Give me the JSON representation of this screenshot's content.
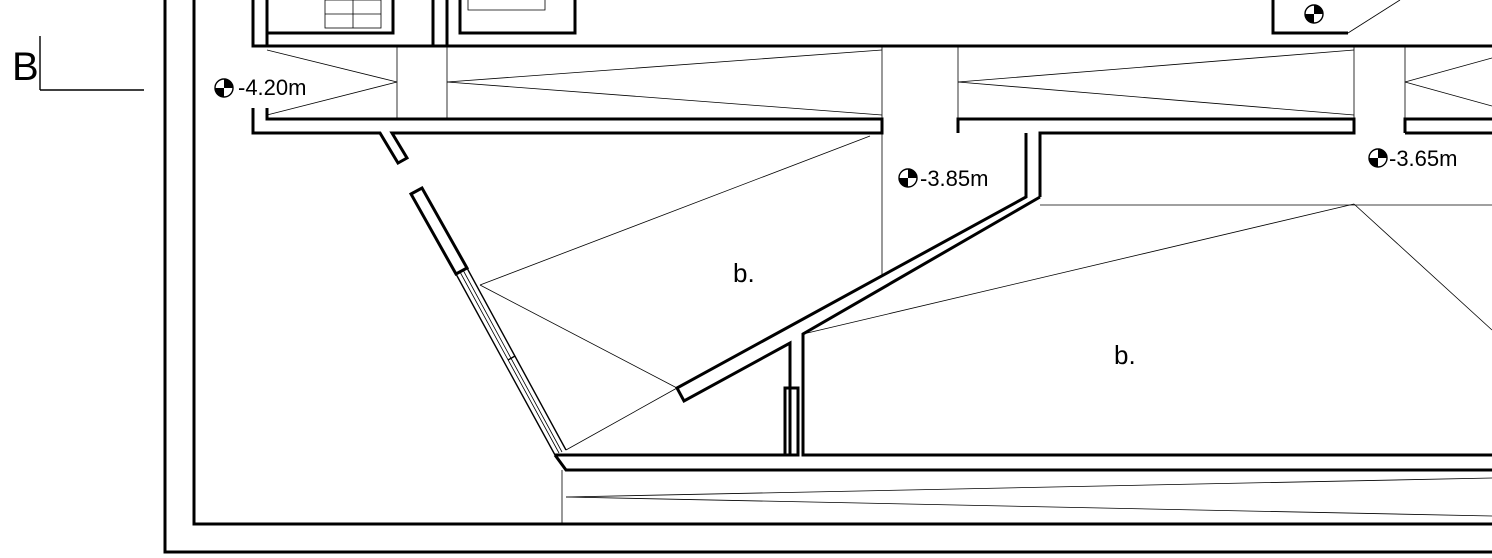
{
  "section_marker": "B",
  "levels": [
    "-4.20m",
    "-3.85m",
    "-3.65m"
  ],
  "rooms": [
    "b.",
    "b."
  ]
}
